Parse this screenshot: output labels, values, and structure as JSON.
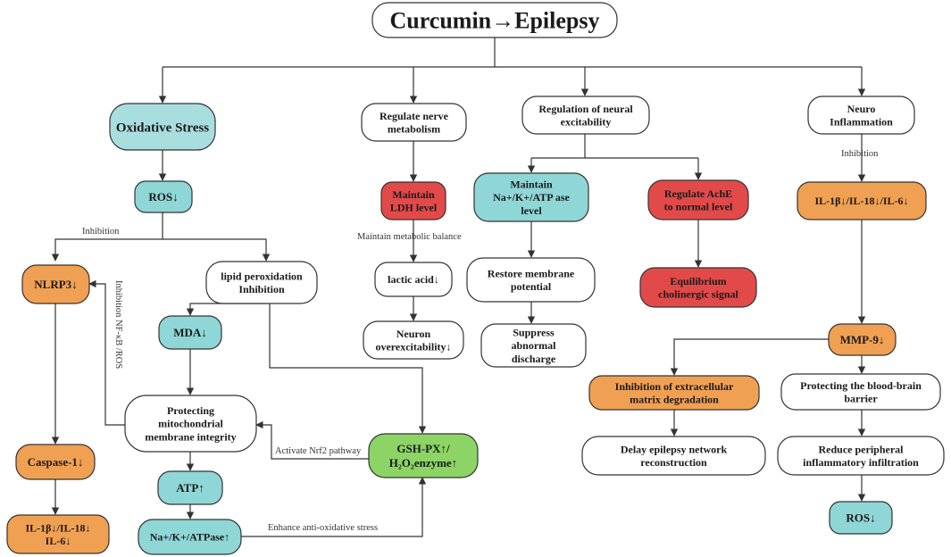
{
  "colors": {
    "white": "#ffffff",
    "cyan": "#a9dedf",
    "teal": "#8fd6d6",
    "red": "#e24a4a",
    "orange": "#f0a052",
    "green": "#8cd466",
    "stroke": "#333333"
  },
  "nodes": {
    "title": {
      "text": "Curcumin→Epilepsy"
    },
    "oxidative_stress": {
      "text": "Oxidative Stress"
    },
    "regulate_nerve_metabolism": {
      "lines": [
        "Regulate nerve",
        "metabolism"
      ]
    },
    "regulation_neural_excitability": {
      "lines": [
        "Regulation of neural",
        "excitability"
      ]
    },
    "neuro_inflammation": {
      "lines": [
        "Neuro",
        "Inflammation"
      ]
    },
    "ros_left": {
      "text": "ROS↓"
    },
    "maintain_ldh": {
      "lines": [
        "Maintain",
        "LDH level"
      ]
    },
    "maintain_na_k_atpase": {
      "lines": [
        "Maintain",
        "Na+/K+/ATP ase",
        "level"
      ]
    },
    "regulate_ache": {
      "lines": [
        "Regulate AchE",
        "to normal level"
      ]
    },
    "il_group_right": {
      "text": "IL-1β↓/IL-18↓/IL-6↓"
    },
    "nlrp3": {
      "text": "NLRP3↓"
    },
    "lipid_peroxidation": {
      "lines": [
        "lipid peroxidation",
        "Inhibition"
      ]
    },
    "lactic_acid": {
      "text": "lactic acid↓"
    },
    "restore_membrane": {
      "lines": [
        "Restore membrane",
        "potential"
      ]
    },
    "equilibrium_cholinergic": {
      "lines": [
        "Equilibrium",
        "cholinergic signal"
      ]
    },
    "mda": {
      "text": "MDA↓"
    },
    "neuron_overexcitability": {
      "lines": [
        "Neuron",
        "overexcitability↓"
      ]
    },
    "suppress_discharge": {
      "lines": [
        "Suppress",
        "abnormal",
        "discharge"
      ]
    },
    "mmp9": {
      "text": "MMP-9↓"
    },
    "protecting_mito": {
      "lines": [
        "Protecting",
        "mitochondrial",
        "membrane integrity"
      ]
    },
    "inhibit_ecm": {
      "lines": [
        "Inhibition of extracellular",
        "matrix degradation"
      ]
    },
    "protect_bbb": {
      "lines": [
        "Protecting the blood-brain",
        "barrier"
      ]
    },
    "caspase1": {
      "text": "Caspase-1↓"
    },
    "gsh_px": {
      "lines": [
        "GSH-PX↑/",
        "H₂O₂enzyme↑"
      ]
    },
    "delay_network": {
      "lines": [
        "Delay epilepsy network",
        "reconstruction"
      ]
    },
    "reduce_infiltration": {
      "lines": [
        "Reduce peripheral",
        "inflammatory infiltration"
      ]
    },
    "atp": {
      "text": "ATP↑"
    },
    "il_group_left": {
      "lines": [
        "IL-1β↓/IL-18↓",
        "IL-6↓"
      ]
    },
    "na_k_atpase_up": {
      "text": "Na+/K+/ATPase↑"
    },
    "ros_right": {
      "text": "ROS↓"
    }
  },
  "edge_labels": {
    "inhibition_left": "Inhibition",
    "inhibition_right": "Inhibition",
    "maintain_metabolic_balance": "Maintain metabolic balance",
    "inhibition_nfkb_ros": "Inhibition NF-κB /ROS",
    "activate_nrf2": "Activate Nrf2 pathway",
    "enhance_antioxidative": "Enhance anti-oxidative stress"
  }
}
